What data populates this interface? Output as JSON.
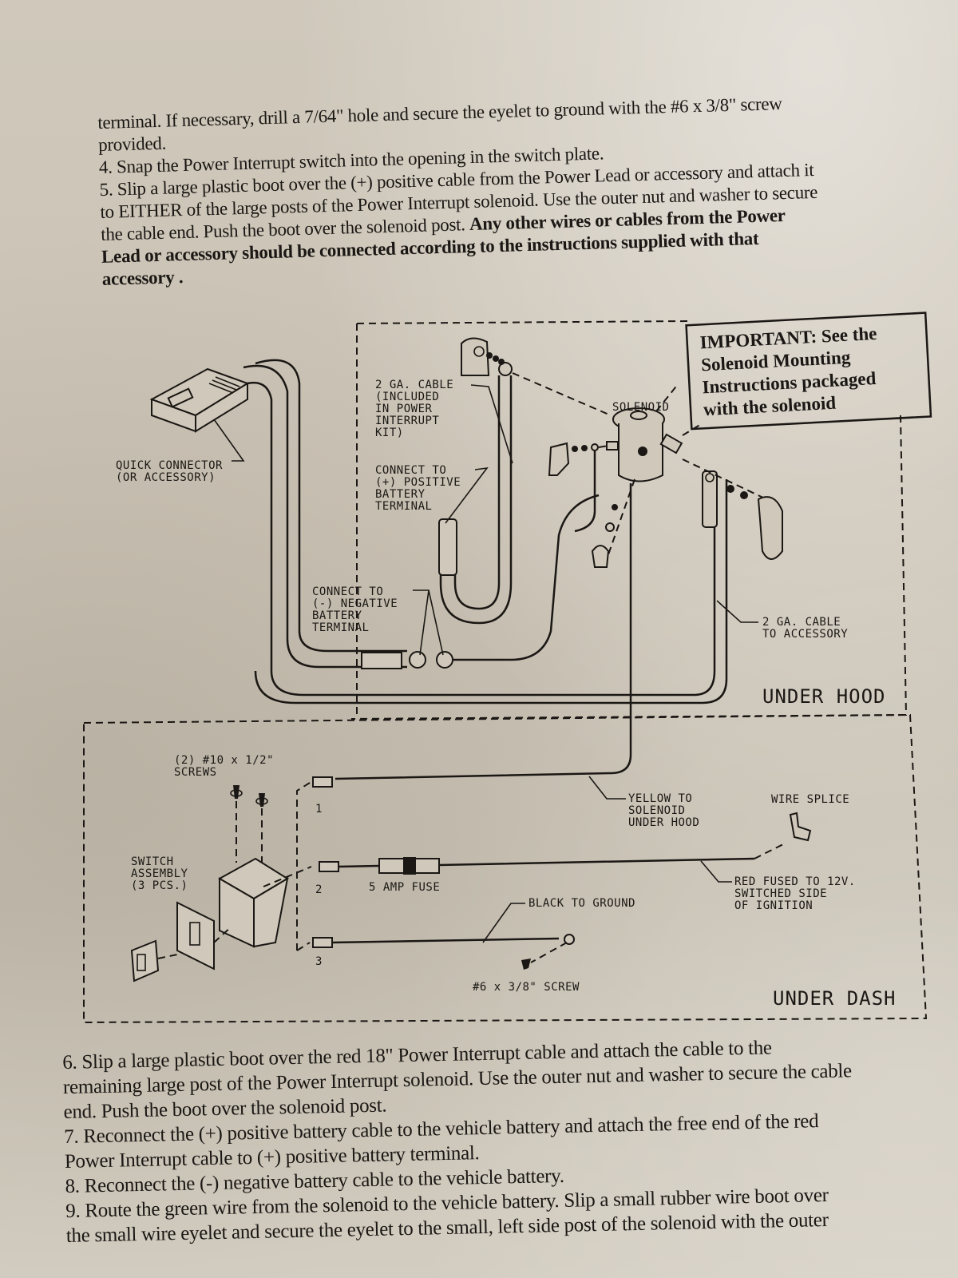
{
  "document": {
    "top_text": {
      "lines": [
        "terminal.  If necessary,  drill a 7/64\" hole and secure the eyelet to ground with the #6 x 3/8\" screw",
        "provided.",
        "4.  Snap the Power Interrupt switch into the opening in the switch plate.",
        "5.  Slip a large plastic boot over the (+) positive cable from the Power Lead or accessory and attach it",
        "to EITHER of the large posts of the Power Interrupt solenoid.  Use the outer nut and washer to secure",
        "the cable end.  Push the boot over the solenoid post."
      ],
      "bold_tail": "Any other wires or cables from the Power",
      "bold_lines": [
        "Lead or accessory should be connected according to the instructions supplied with that",
        "accessory ."
      ]
    },
    "bottom_text": {
      "lines": [
        "6.  Slip a large plastic boot over the red 18\" Power Interrupt cable and attach the cable to the",
        "remaining large post of the Power Interrupt solenoid.  Use the outer nut and washer to secure the cable",
        "end.  Push the boot over the solenoid post.",
        "7.  Reconnect the (+) positive battery cable to the vehicle battery and attach the free end of the red",
        "Power Interrupt cable to (+) positive battery terminal.",
        "8.  Reconnect the (-) negative battery cable to the vehicle battery.",
        "9.  Route the green wire from the solenoid to the vehicle battery.  Slip a small rubber wire boot over",
        "the small wire eyelet and secure the eyelet to the small, left side post of the solenoid with the outer"
      ]
    }
  },
  "diagram": {
    "important_box": [
      "IMPORTANT: See the",
      "Solenoid Mounting",
      "Instructions packaged",
      "with the solenoid"
    ],
    "labels": {
      "quick_connector": [
        "QUICK CONNECTOR",
        "(OR ACCESSORY)"
      ],
      "cable_included": [
        "2 GA. CABLE",
        "(INCLUDED",
        "IN POWER",
        "INTERRUPT",
        "KIT)"
      ],
      "connect_positive": [
        "CONNECT TO",
        "(+) POSITIVE",
        "BATTERY",
        "TERMINAL"
      ],
      "connect_negative": [
        "CONNECT TO",
        "(-) NEGATIVE",
        "BATTERY",
        "TERMINAL"
      ],
      "solenoid": "SOLENOID",
      "cable_accessory": [
        "2 GA. CABLE",
        "TO ACCESSORY"
      ],
      "under_hood": "UNDER HOOD",
      "screws": [
        "(2) #10 x 1/2\"",
        "SCREWS"
      ],
      "switch_assembly": [
        "SWITCH",
        "ASSEMBLY",
        "(3 PCS.)"
      ],
      "terminal_1": "1",
      "terminal_2": "2",
      "terminal_3": "3",
      "fuse": "5 AMP FUSE",
      "yellow_wire": [
        "YELLOW TO",
        "SOLENOID",
        "UNDER HOOD"
      ],
      "wire_splice": "WIRE SPLICE",
      "red_wire": [
        "RED FUSED TO 12V.",
        "SWITCHED SIDE",
        "OF IGNITION"
      ],
      "black_wire": "BLACK TO GROUND",
      "ground_screw": "#6 x 3/8\" SCREW",
      "under_dash": "UNDER DASH"
    }
  }
}
